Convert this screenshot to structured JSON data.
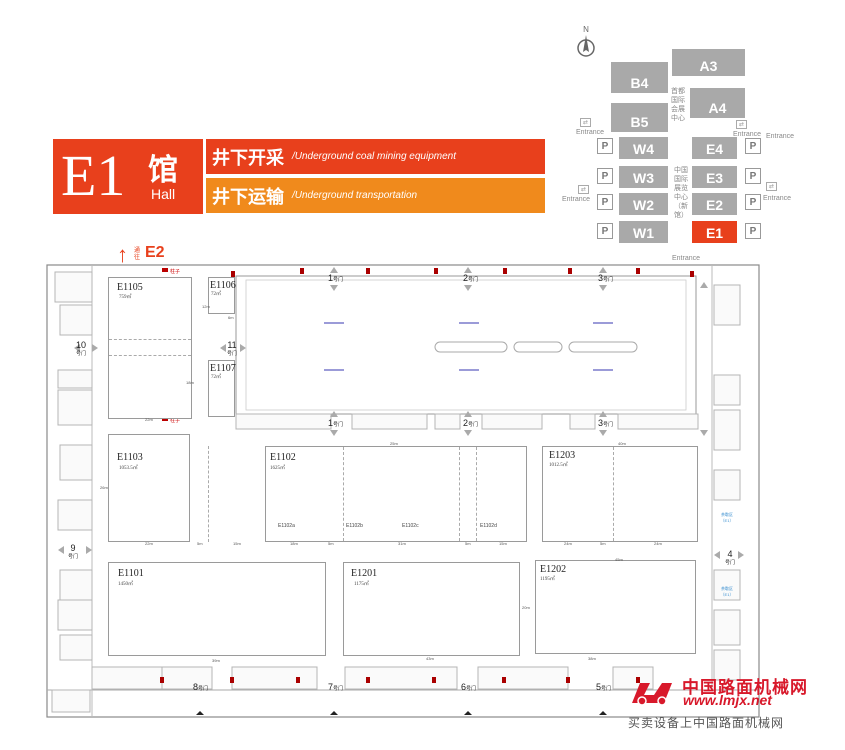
{
  "header": {
    "hall_code": "E1",
    "hall_cn": "馆",
    "hall_en": "Hall",
    "categories": [
      {
        "cn": "井下开采",
        "en": "/Underground coal mining equipment"
      },
      {
        "cn": "井下运输",
        "en": "/Underground transportation"
      }
    ]
  },
  "colors": {
    "accent": "#e8401c",
    "accent_secondary": "#f08a1c",
    "key_hall": "#a9a9a9",
    "watermark": "#d8192b"
  },
  "key_map": {
    "compass_label": "N",
    "halls": [
      {
        "id": "A3"
      },
      {
        "id": "B4"
      },
      {
        "id": "A4"
      },
      {
        "id": "B5"
      },
      {
        "id": "W4"
      },
      {
        "id": "E4"
      },
      {
        "id": "W3"
      },
      {
        "id": "E3"
      },
      {
        "id": "W2"
      },
      {
        "id": "E2"
      },
      {
        "id": "W1"
      },
      {
        "id": "E1",
        "active": true
      }
    ],
    "parking_label": "P",
    "entrance_label": "Entrance",
    "center_a": "首都国际会展中心",
    "center_b": "中国国际展览中心（新馆）",
    "center_b_note": "中国国际展览中心（新馆）"
  },
  "floor_plan": {
    "to_hall": {
      "via": "通往",
      "target": "E2"
    },
    "pillar_note": "柱子",
    "booths": [
      {
        "id": "E1105",
        "area": "759㎡"
      },
      {
        "id": "E1106",
        "area": "72㎡"
      },
      {
        "id": "E1107",
        "area": "72㎡"
      },
      {
        "id": "E1103",
        "area": "1053.5㎡"
      },
      {
        "id": "E1102",
        "area": "1625㎡"
      },
      {
        "id": "E1203",
        "area": "1012.5㎡"
      },
      {
        "id": "E1101",
        "area": "1450㎡"
      },
      {
        "id": "E1201",
        "area": "1175㎡"
      },
      {
        "id": "E1202",
        "area": "1195㎡"
      }
    ],
    "sub_booths": [
      "E1102a",
      "E1102b",
      "E1102c",
      "E1102d"
    ],
    "doors": {
      "top_row": [
        "1",
        "2",
        "3"
      ],
      "mid_row": [
        "1",
        "2",
        "3"
      ],
      "bottom_row": [
        "8",
        "7",
        "6",
        "5"
      ],
      "left": [
        "10",
        "9"
      ],
      "right": [
        "4"
      ],
      "center": "11",
      "suffix": "号门"
    },
    "dimensions": {
      "d_22m": "22m",
      "d_5m": "5m",
      "d_15m": "15m",
      "d_18m": "18m",
      "d_31m": "31m",
      "d_26m": "26m",
      "d_24m": "24m",
      "d_34m": "34m",
      "d_25m": "25m",
      "d_43m": "43m",
      "d_39m": "39m",
      "d_45m": "45m",
      "d_38m": "38m",
      "d_27m": "27m",
      "d_12m": "12m",
      "d_14m": "14m",
      "d_6m": "6m",
      "d_20m": "20m",
      "d_40m": "40m",
      "d_28m": "28m"
    },
    "side_notes": [
      "茶歇区（E1）",
      "茶歇区（E1）"
    ]
  },
  "watermark": {
    "name_cn": "中国路面机械网",
    "url": "www.lmjx.net",
    "slogan": "买卖设备上中国路面机械网"
  }
}
